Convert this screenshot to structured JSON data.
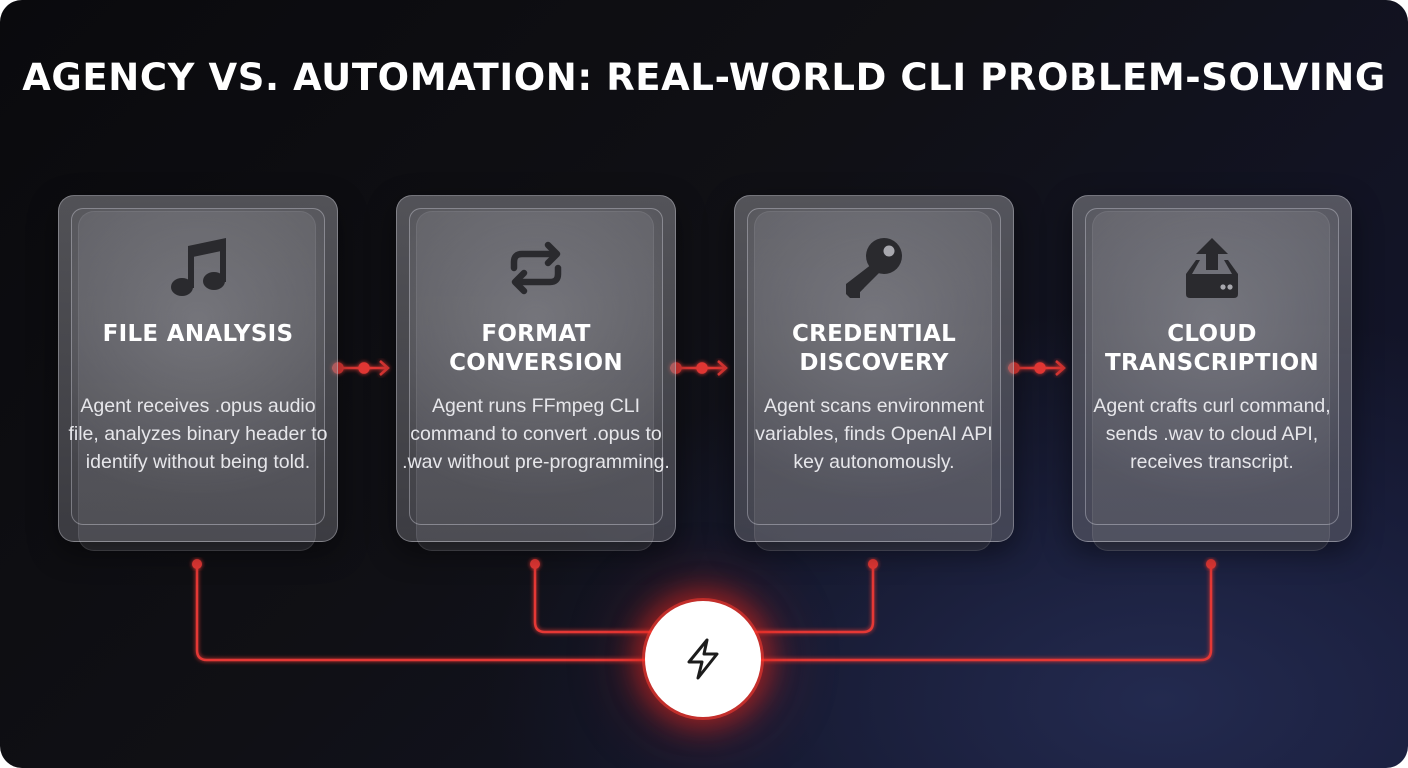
{
  "title": "AGENCY VS. AUTOMATION: REAL-WORLD CLI PROBLEM-SOLVING",
  "colors": {
    "accent": "#e53935",
    "card": "#8a8a90",
    "text": "#ffffff",
    "background": "#0d0d12"
  },
  "steps": [
    {
      "icon": "music-note-icon",
      "title": "FILE ANALYSIS",
      "description": "Agent receives .opus audio file, analyzes binary header to identify without being told."
    },
    {
      "icon": "refresh-arrows-icon",
      "title": "FORMAT CONVERSION",
      "description": "Agent runs FFmpeg CLI command to convert .opus to .wav without pre-programming."
    },
    {
      "icon": "key-icon",
      "title": "CREDENTIAL DISCOVERY",
      "description": "Agent scans environment variables, finds OpenAI API key autonomously."
    },
    {
      "icon": "upload-tray-icon",
      "title": "CLOUD TRANSCRIPTION",
      "description": "Agent crafts curl command, sends .wav to cloud API, receives transcript."
    }
  ],
  "hub": {
    "icon": "lightning-bolt-icon"
  }
}
